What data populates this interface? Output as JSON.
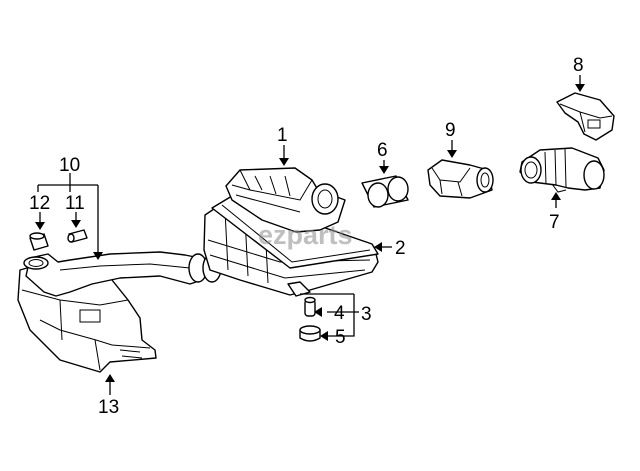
{
  "watermark": "ezparts",
  "callouts": {
    "c1": "1",
    "c2": "2",
    "c3": "3",
    "c4": "4",
    "c5": "5",
    "c6": "6",
    "c7": "7",
    "c8": "8",
    "c9": "9",
    "c10": "10",
    "c11": "11",
    "c12": "12",
    "c13": "13"
  }
}
